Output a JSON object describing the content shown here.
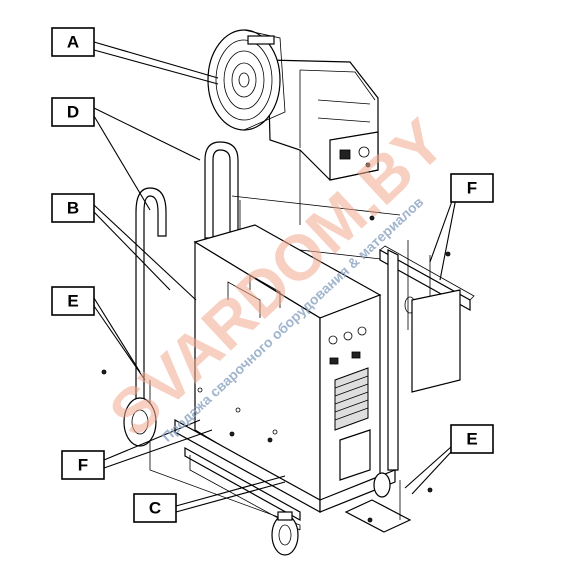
{
  "labels": {
    "a": "A",
    "b": "B",
    "c": "C",
    "d": "D",
    "e_left": "E",
    "e_right": "E",
    "f_left": "F",
    "f_right": "F"
  },
  "watermark": {
    "main": "SVARDOM.BY",
    "sub": "Продажа сварочного оборудования & материалов"
  },
  "colors": {
    "watermark_main": "#f2a98e",
    "watermark_sub": "#8aa2c2"
  }
}
